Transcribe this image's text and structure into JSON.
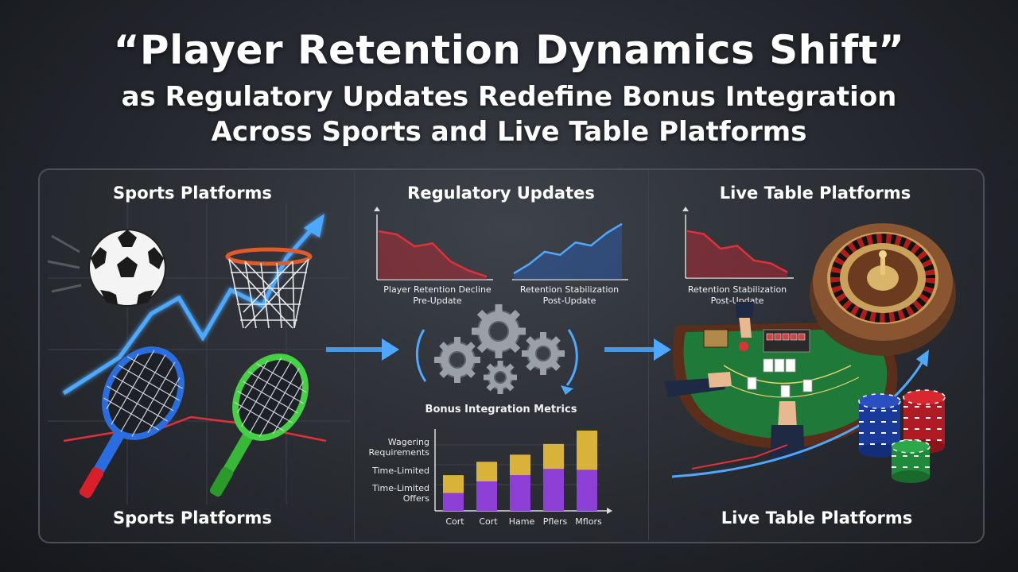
{
  "header": {
    "title": "“Player Retention Dynamics Shift”",
    "subtitle_line1": "as Regulatory Updates Redefine Bonus Integration",
    "subtitle_line2": "Across Sports and Live Table Platforms"
  },
  "columns": {
    "left": {
      "heading": "Sports Platforms",
      "footer": "Sports Platforms"
    },
    "center": {
      "heading": "Regulatory Updates"
    },
    "right": {
      "heading": "Live Table Platforms",
      "footer": "Live Table Platforms"
    }
  },
  "mini_charts": {
    "decline": {
      "caption_line1": "Player Retention Decline",
      "caption_line2": "Pre-Update",
      "values": [
        0.8,
        0.75,
        0.55,
        0.6,
        0.3,
        0.15,
        0.05
      ]
    },
    "stabilization": {
      "caption_line1": "Retention Stabilization",
      "caption_line2": "Post-Update",
      "values": [
        0.1,
        0.25,
        0.45,
        0.4,
        0.6,
        0.55,
        0.75,
        0.9
      ]
    },
    "live_table": {
      "caption_line1": "Retention Stabilization",
      "caption_line2": "Post-Update",
      "values": [
        0.8,
        0.75,
        0.5,
        0.55,
        0.3,
        0.25,
        0.1
      ]
    }
  },
  "chart_data": {
    "type": "bar",
    "title": "Bonus Integration Metrics",
    "categories": [
      "Cort",
      "Cort",
      "Hame",
      "Pflers",
      "Mflors"
    ],
    "y_labels": [
      "Wagering Requirements",
      "Time-Limited",
      "Time-Limited Offers"
    ],
    "series": [
      {
        "values": [
          20,
          33,
          40,
          47,
          46
        ]
      },
      {
        "values": [
          20,
          22,
          23,
          28,
          44
        ]
      }
    ],
    "ylim": [
      0,
      90
    ]
  },
  "colors": {
    "accent_blue": "#4ea8ff",
    "decline_red": "#e0303a",
    "bar_purple": "#8e3fd6",
    "bar_gold": "#d9b23a",
    "felt_green": "#1f7a3a"
  },
  "icons": [
    "soccer-ball-icon",
    "basketball-hoop-icon",
    "tennis-racket-icon",
    "gears-icon",
    "roulette-wheel-icon",
    "card-table-icon",
    "casino-chips-icon"
  ]
}
